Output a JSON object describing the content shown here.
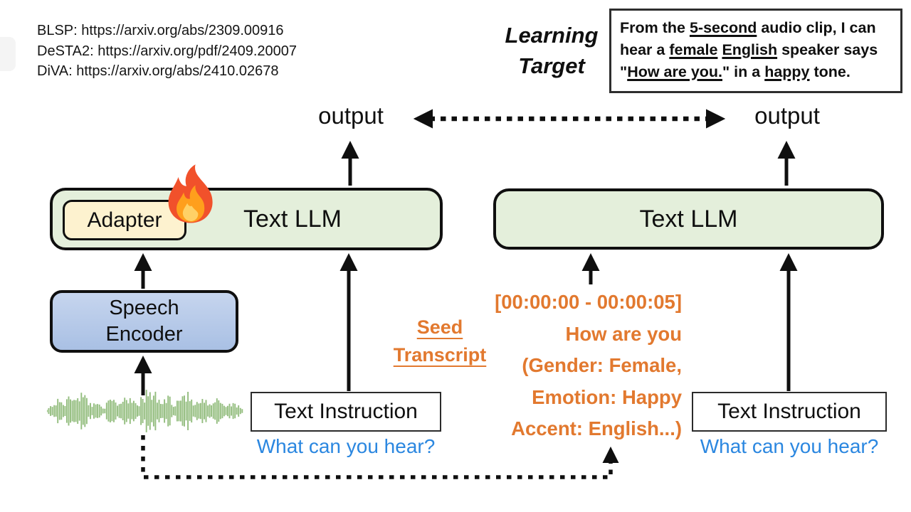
{
  "references": {
    "lines": [
      "BLSP: https://arxiv.org/abs/2309.00916",
      "DeSTA2: https://arxiv.org/pdf/2409.20007",
      "DiVA: https://arxiv.org/abs/2410.02678"
    ]
  },
  "learning_target": {
    "label": "Learning Target",
    "description_segments": [
      {
        "t": "From the "
      },
      {
        "t": "5-second",
        "u": true
      },
      {
        "t": " audio clip, I can hear a "
      },
      {
        "t": "female",
        "u": true
      },
      {
        "t": " "
      },
      {
        "t": "English",
        "u": true
      },
      {
        "t": " speaker says \""
      },
      {
        "t": "How are you.",
        "u": true
      },
      {
        "t": "\" in a "
      },
      {
        "t": "happy",
        "u": true
      },
      {
        "t": " tone."
      }
    ]
  },
  "left_model": {
    "output_label": "output",
    "llm_label": "Text LLM",
    "adapter_label": "Adapter",
    "fire_icon": "flame (trainable)",
    "encoder_label": "Speech Encoder",
    "instruction_label": "Text Instruction",
    "instruction_prompt": "What can you hear?"
  },
  "right_model": {
    "output_label": "output",
    "llm_label": "Text LLM",
    "instruction_label": "Text Instruction",
    "instruction_prompt": "What can you hear?"
  },
  "center": {
    "seed_transcript_label": "Seed Transcript",
    "transcript_lines": [
      "[00:00:00 - 00:00:05]",
      "How are you",
      "(Gender: Female,",
      "Emotion: Happy",
      "Accent: English...)"
    ]
  },
  "colors": {
    "llm_fill": "#e4efdb",
    "adapter_fill": "#fdf2cf",
    "encoder_top": "#c6d5ee",
    "encoder_bottom": "#a9c0e4",
    "orange": "#e2792f",
    "blue": "#2b87e0",
    "waveform_green": "#93bd7e",
    "ink": "#0f0f0f"
  }
}
